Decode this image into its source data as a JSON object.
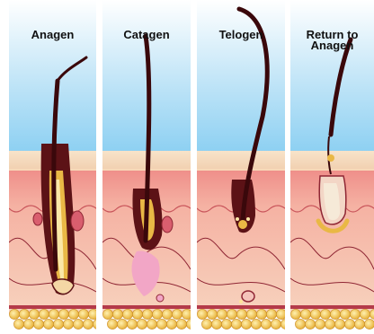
{
  "diagram": {
    "panels": [
      {
        "title": "Anagen"
      },
      {
        "title": "Catagen"
      },
      {
        "title": "Telogen"
      },
      {
        "title": "Return to\nAnagen"
      }
    ]
  },
  "colors": {
    "sky_top": "#ffffff",
    "sky_bottom": "#8dd0f2",
    "epidermis": "#f7d9b8",
    "dermis": "#f3a79d",
    "dermis_dark": "#e9857f",
    "hypodermis": "#f7d4c0",
    "hair": "#4a0f12",
    "fat": "#f2c64a",
    "divider": "#ffffff"
  }
}
